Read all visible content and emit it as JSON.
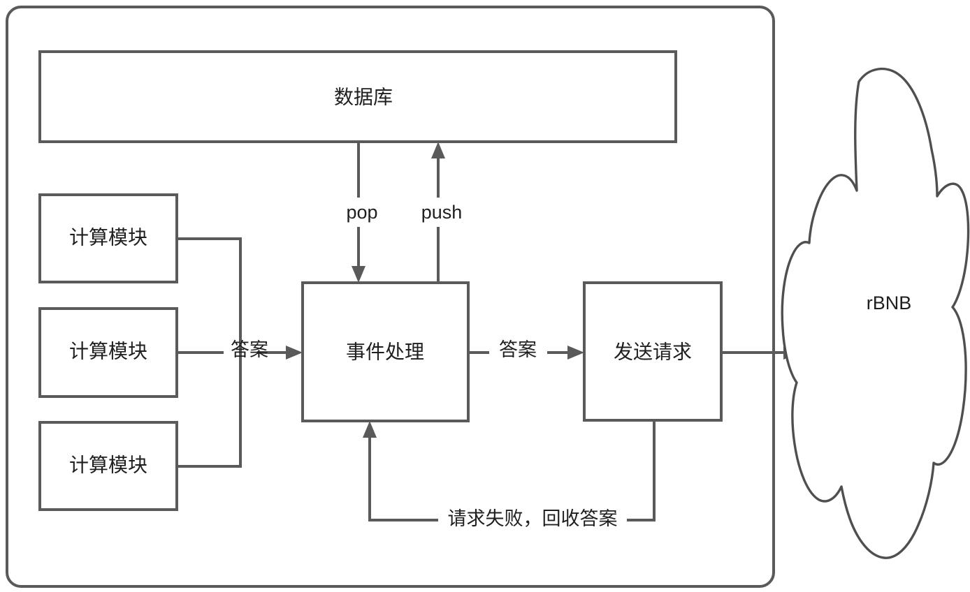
{
  "diagram": {
    "title": "",
    "colors": {
      "stroke": "#5a5a5a",
      "cloud_stroke": "#4f4f4f",
      "text": "#1f1f1f",
      "background": "#ffffff"
    },
    "system_boundary": {
      "name": "system-boundary",
      "shape": "rounded-rectangle"
    },
    "nodes": {
      "database": {
        "label": "数据库",
        "shape": "rectangle"
      },
      "compute_module_1": {
        "label": "计算模块",
        "shape": "rectangle"
      },
      "compute_module_2": {
        "label": "计算模块",
        "shape": "rectangle"
      },
      "compute_module_3": {
        "label": "计算模块",
        "shape": "rectangle"
      },
      "event_handler": {
        "label": "事件处理",
        "shape": "rectangle"
      },
      "send_request": {
        "label": "发送请求",
        "shape": "rectangle"
      },
      "external_cloud": {
        "label": "rBNB",
        "shape": "cloud"
      }
    },
    "edges": [
      {
        "id": "pop",
        "label": "pop",
        "from": "database",
        "to": "event_handler",
        "direction": "down"
      },
      {
        "id": "push",
        "label": "push",
        "from": "event_handler",
        "to": "database",
        "direction": "up"
      },
      {
        "id": "answer-to-handler",
        "label": "答案",
        "from": "compute_modules",
        "to": "event_handler",
        "direction": "right"
      },
      {
        "id": "answer-to-request",
        "label": "答案",
        "from": "event_handler",
        "to": "send_request",
        "direction": "right"
      },
      {
        "id": "request-to-cloud",
        "label": "",
        "from": "send_request",
        "to": "external_cloud",
        "direction": "right"
      },
      {
        "id": "retry-loop",
        "label": "请求失败，回收答案",
        "from": "send_request",
        "to": "event_handler",
        "direction": "left-up"
      }
    ]
  }
}
